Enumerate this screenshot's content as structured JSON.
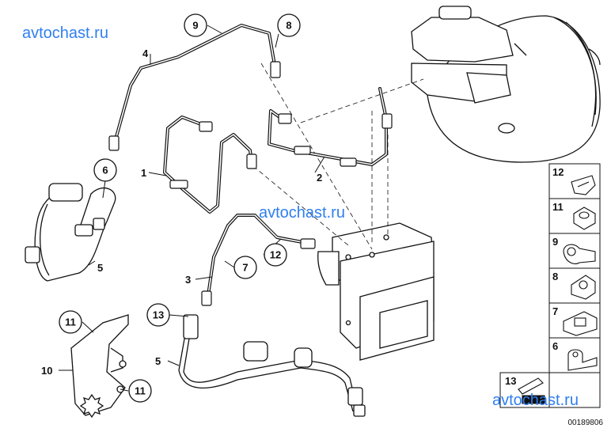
{
  "watermarks": [
    "avtochast.ru",
    "avtochast.ru",
    "avtochast.ru"
  ],
  "doc_id": "00189806",
  "callouts_circled": [
    "9",
    "8",
    "6",
    "12",
    "7",
    "13",
    "11",
    "11"
  ],
  "callouts_plain": [
    "4",
    "1",
    "2",
    "5",
    "3",
    "5",
    "10"
  ],
  "legend_numbers": [
    "12",
    "11",
    "9",
    "8",
    "7",
    "6",
    "13"
  ]
}
